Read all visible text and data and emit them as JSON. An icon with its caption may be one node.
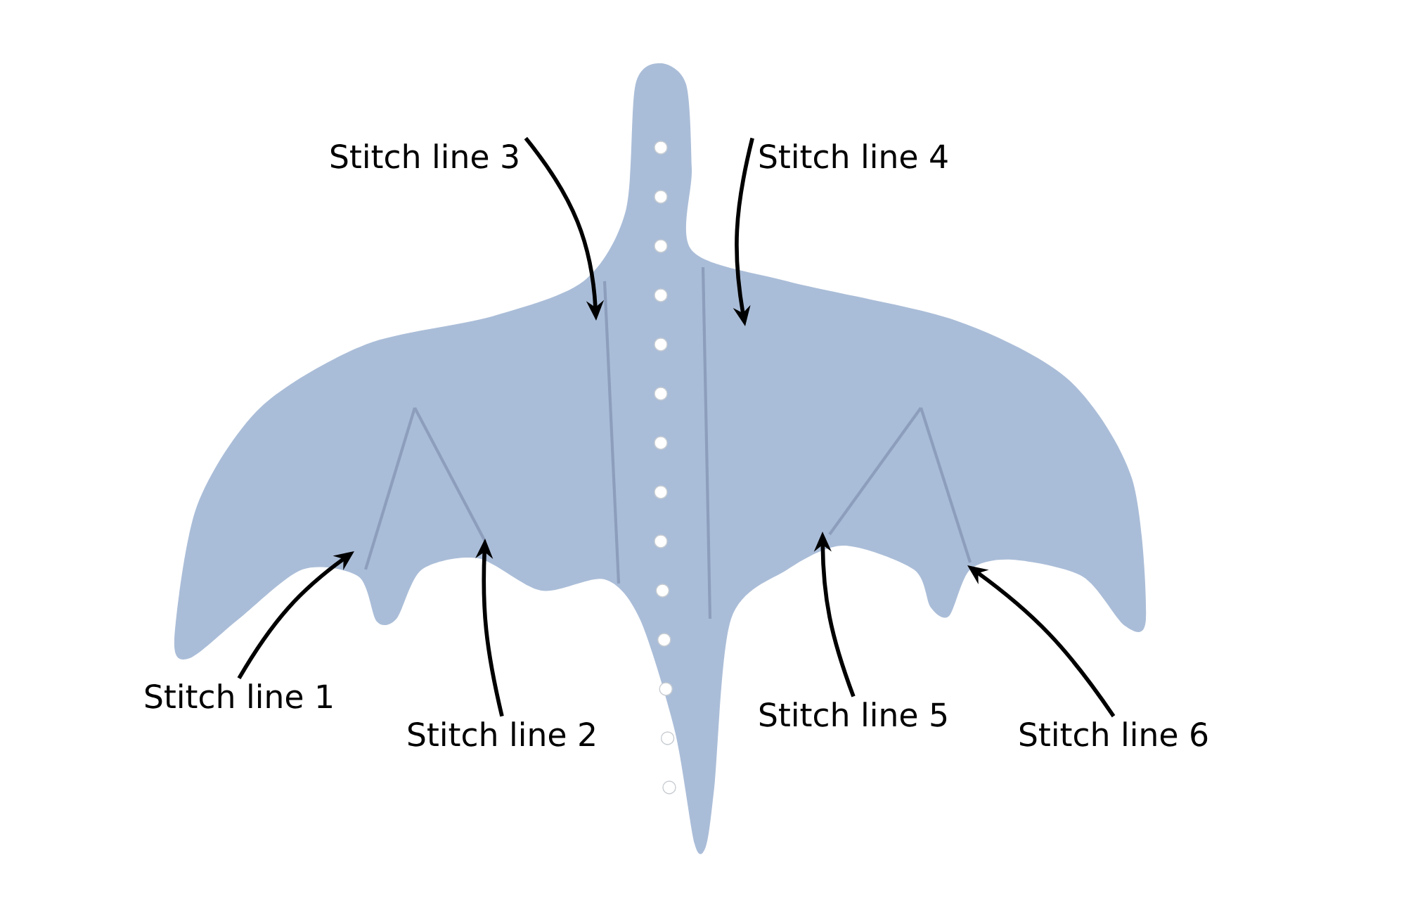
{
  "diagram": {
    "nodes": [
      {
        "text": [
          "Stitch line 3"
        ]
      },
      {
        "text": [
          "Stitch line 4"
        ]
      },
      {
        "text": [
          "Stitch line 1"
        ]
      },
      {
        "text": [
          "Stitch line 2"
        ]
      },
      {
        "text": [
          "Stitch line 5"
        ]
      },
      {
        "text": [
          "Stitch line 6"
        ]
      }
    ],
    "edges": [
      {
        "from": 0,
        "to": null,
        "arrow": "to"
      },
      {
        "from": 1,
        "to": null,
        "arrow": "to"
      },
      {
        "from": 2,
        "to": null,
        "arrow": "to"
      },
      {
        "from": 3,
        "to": null,
        "arrow": "to"
      },
      {
        "from": 4,
        "to": null,
        "arrow": "to"
      },
      {
        "from": 5,
        "to": null,
        "arrow": "to"
      }
    ]
  }
}
